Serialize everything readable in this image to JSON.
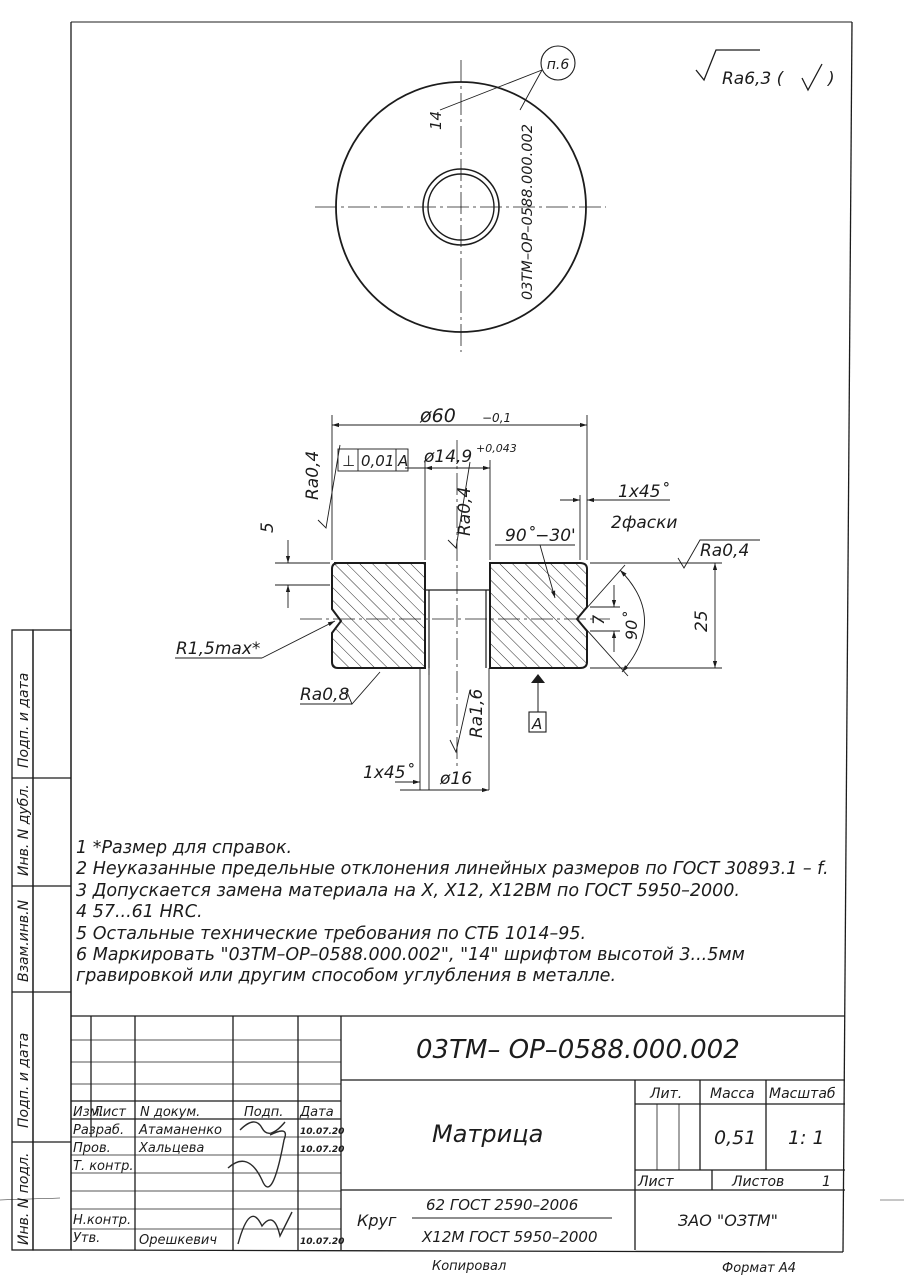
{
  "drawing": {
    "surface_finish_general": "Ra6,3 (",
    "leader_marker": "п.6",
    "marking_text": "03TM–OP–0588.000.002",
    "marking_digit": "14",
    "dimensions": {
      "outer_diameter": "ø60",
      "outer_diameter_tol": "−0,1",
      "bore_diameter": "ø14,9",
      "bore_tol": "+0,043",
      "perpendicularity_symbol": "⊥",
      "perpendicularity_value": "0,01",
      "datum_ref": "A",
      "chamfer": "1x45˚",
      "chamfer_qty": "2фаски",
      "groove_angle": "90˚−30'",
      "angle_90": "90˚",
      "height": "25",
      "groove_depth": "7",
      "top_offset": "5",
      "radius": "R1,5max*",
      "bottom_chamfer": "1x45˚",
      "bottom_diameter": "ø16",
      "datum_label": "A"
    },
    "roughness": {
      "top_face": "Ra0,4",
      "bore": "Ra0,4",
      "right": "Ra0,4",
      "outer": "Ra0,8",
      "bottom_bore": "Ra1,6"
    }
  },
  "notes": [
    "1 *Размер для справок.",
    "2 Неуказанные предельные отклонения линейных размеров по ГОСТ 30893.1 – f.",
    "3 Допускается замена материала на X, X12, X12BM по ГОСТ 5950–2000.",
    "4 57...61 HRC.",
    "5 Остальные технические требования по СТБ 1014–95.",
    "6 Маркировать \"03TM–OP–0588.000.002\", \"14\" шрифтом высотой 3...5мм",
    "гравировкой или другим способом углубления в металле."
  ],
  "title_block": {
    "designation": "03TM– OP–0588.000.002",
    "part_name": "Матрица",
    "headers": {
      "izm": "Изм.",
      "list": "Лист",
      "ndokum": "N докум.",
      "podp": "Подп.",
      "data": "Дата"
    },
    "roles": [
      "Разраб.",
      "Пров.",
      "Т. контр.",
      "Н.контр.",
      "Утв."
    ],
    "people": [
      "Атаманенко",
      "Хальцева",
      "Орешкевич"
    ],
    "dates": [
      "10.07.20",
      "10.07.20",
      "10.07.20"
    ],
    "lit_label": "Лит.",
    "massa_label": "Масса",
    "masshtab_label": "Масштаб",
    "mass_value": "0,51",
    "scale_value": "1: 1",
    "sheet_label": "Лист",
    "sheets_label": "Листов",
    "sheets_value": "1",
    "material_name": "Круг",
    "material_top": "62 ГОСТ 2590–2006",
    "material_bottom": "X12M ГОСТ 5950–2000",
    "company": "ЗАО \"ОЗТМ\"",
    "copied": "Копировал",
    "format": "Формат  А4"
  },
  "side_stamp": [
    "Инв. N подл.",
    "Подп. и дата",
    "Взам.инв.N",
    "Инв. N дубл.",
    "Подп. и дата"
  ]
}
